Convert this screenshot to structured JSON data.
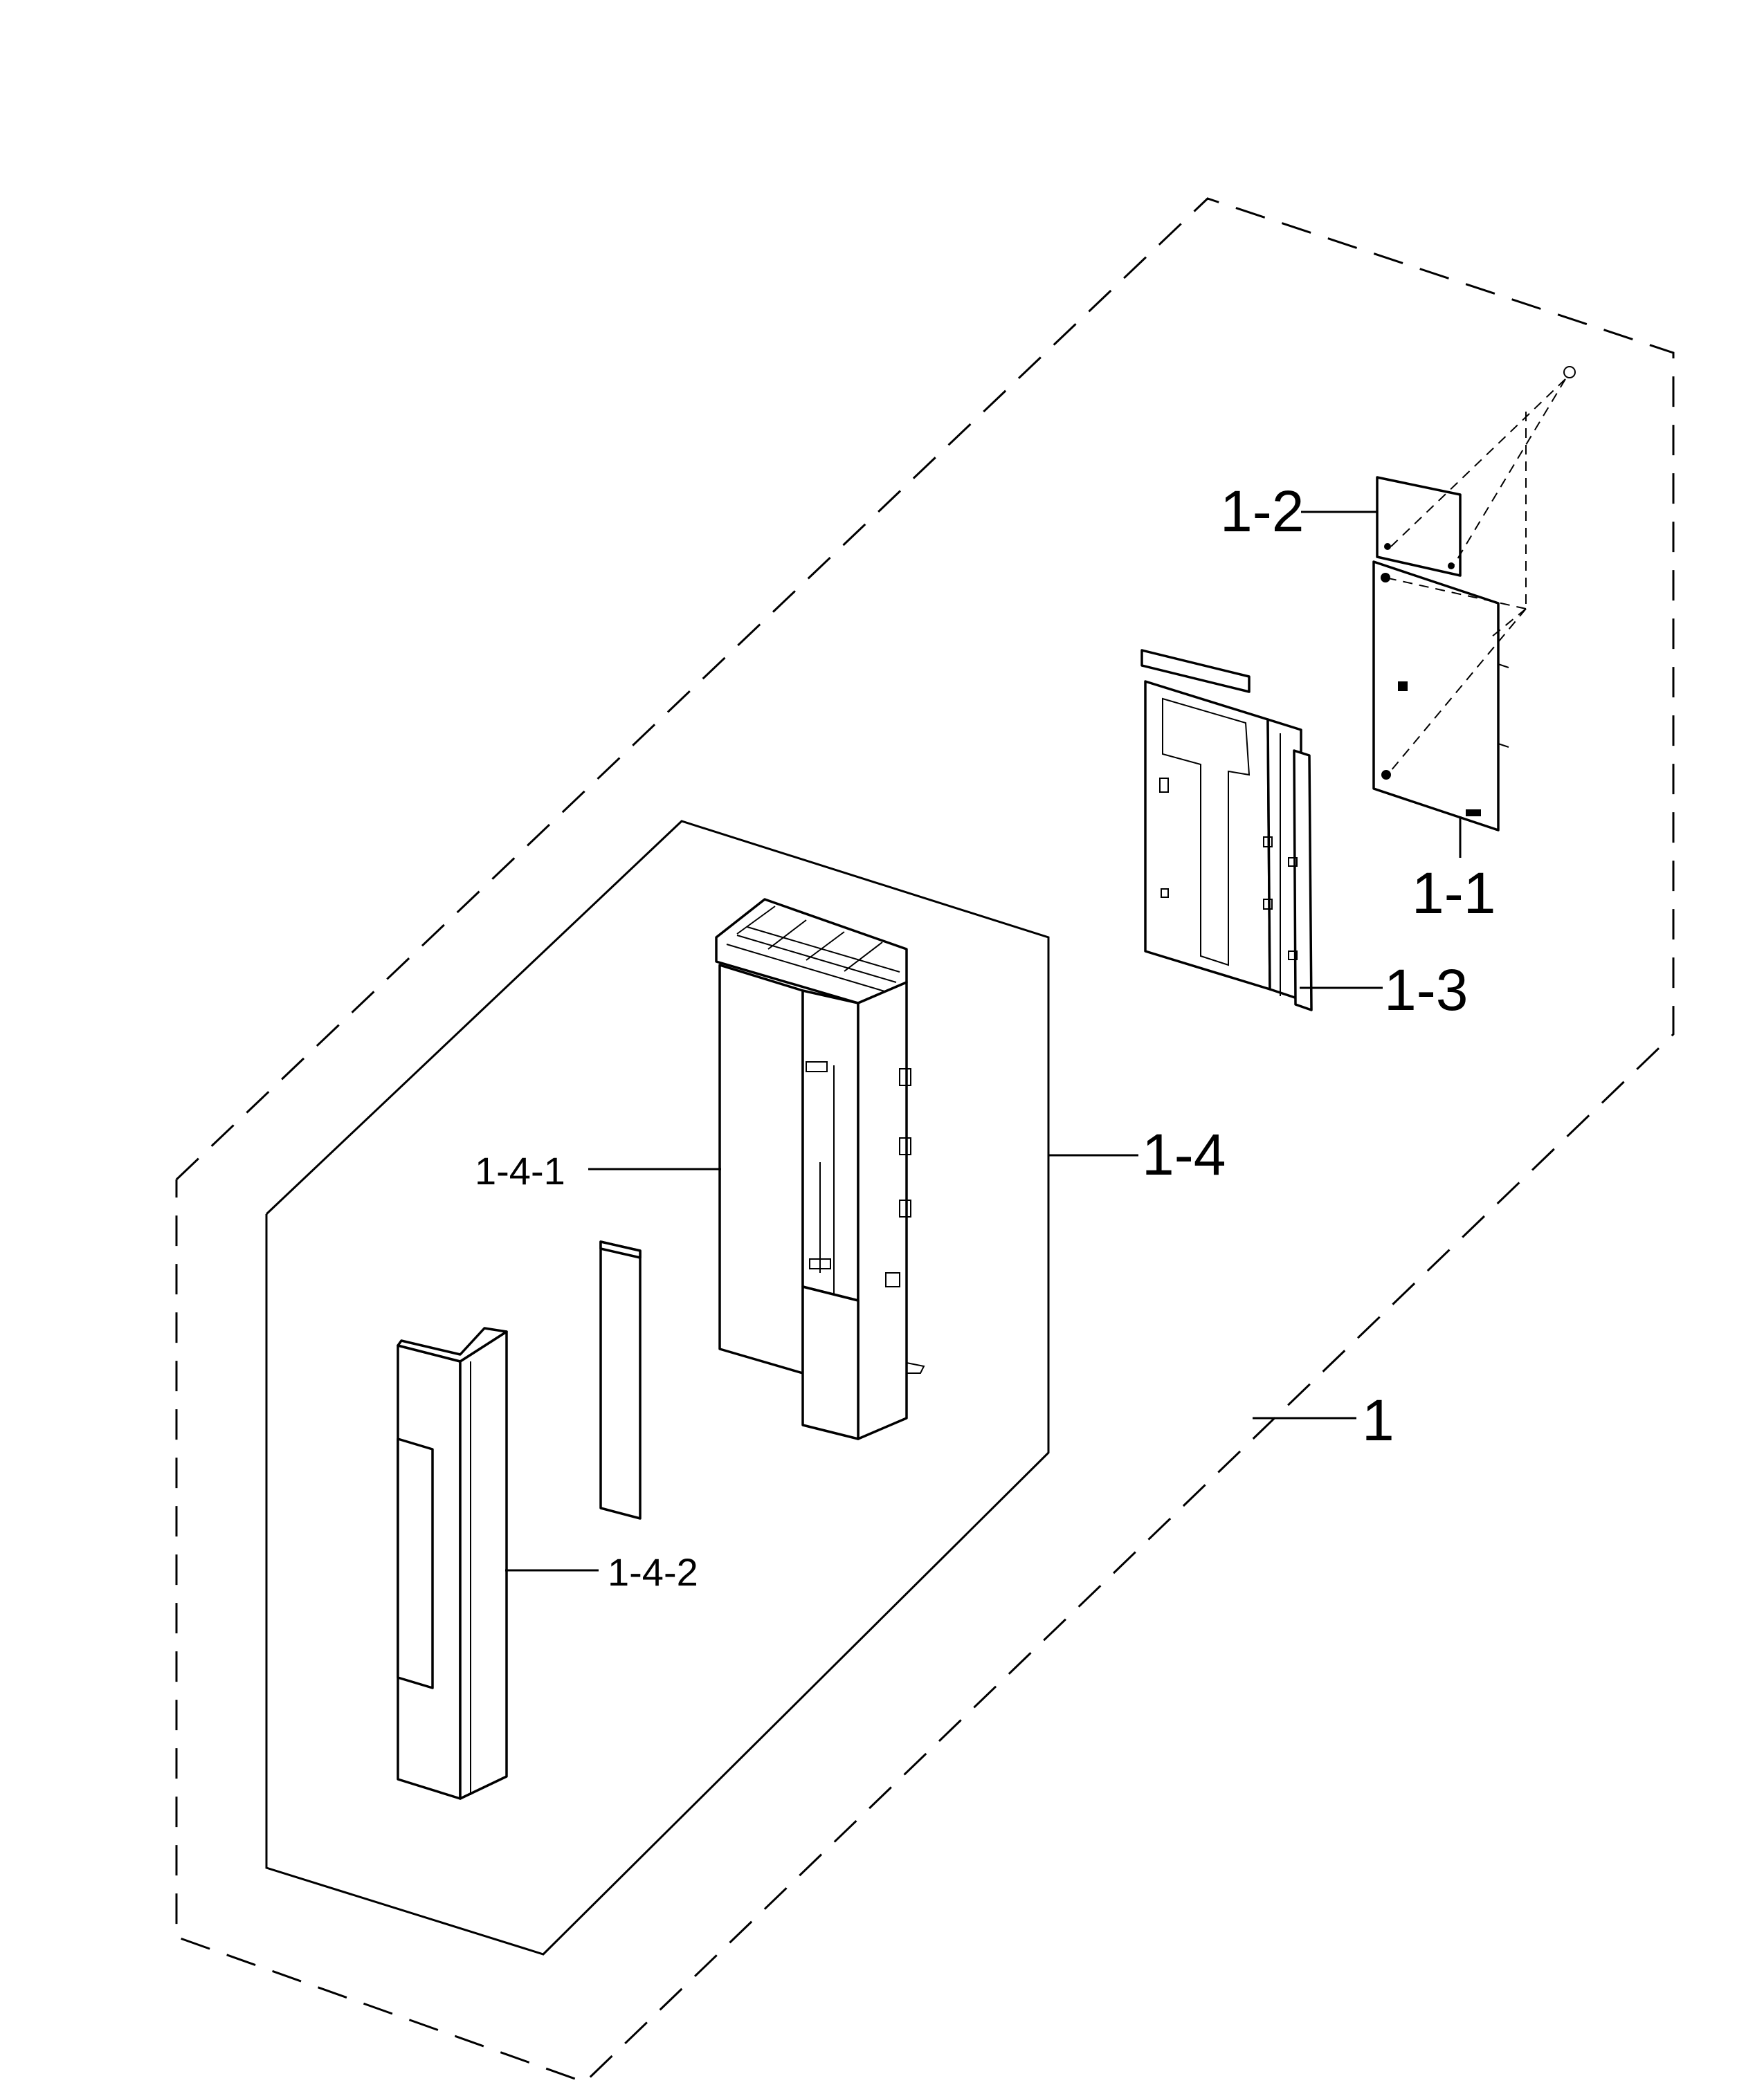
{
  "labels": {
    "assembly": "1",
    "part_1_1": "1-1",
    "part_1_2": "1-2",
    "part_1_3": "1-3",
    "part_1_4": "1-4",
    "part_1_4_1": "1-4-1",
    "part_1_4_2": "1-4-2"
  }
}
